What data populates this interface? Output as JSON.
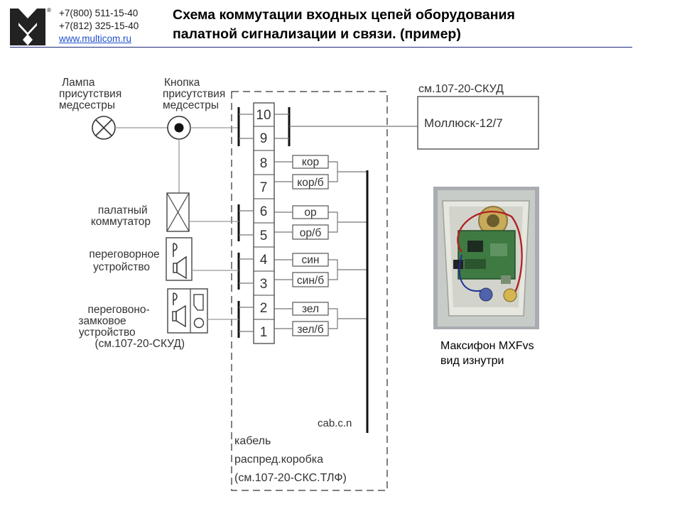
{
  "header": {
    "phone1": "+7(800) 511-15-40",
    "phone2": "+7(812) 325-15-40",
    "website": "www.multicom.ru",
    "registered_mark": "®",
    "title_line1": "Схема коммутации входных цепей оборудования",
    "title_line2": "палатной сигнализации и связи. (пример)"
  },
  "diagram": {
    "lamp_label": [
      "Лампа",
      "присутствия",
      "медсестры"
    ],
    "button_label": [
      "Кнопка",
      "присутствия",
      "медсестры"
    ],
    "skud_ref": "см.107-20-СКУД",
    "mollusk": "Моллюск-12/7",
    "terminals": [
      "10",
      "9",
      "8",
      "7",
      "6",
      "5",
      "4",
      "3",
      "2",
      "1"
    ],
    "wire_tags": [
      "кор",
      "кор/б",
      "ор",
      "ор/б",
      "син",
      "син/б",
      "зел",
      "зел/б"
    ],
    "ward_switch_label": [
      "палатный",
      "коммутатор"
    ],
    "intercom_label": [
      "переговорное",
      "устройство"
    ],
    "lock_intercom_label": [
      "переговоно-",
      "замковое",
      "устройство",
      "(см.107-20-СКУД)"
    ],
    "cable_code": "cab.c.n",
    "box_label": [
      "кабель",
      "распред.коробка",
      "(см.107-20-СКС.ТЛФ)"
    ]
  },
  "photo_caption": [
    "Максифон MXFvs",
    "вид изнутри"
  ],
  "icons": {
    "logo": "multicom-logo-icon",
    "lamp": "lamp-icon",
    "button": "push-button-icon",
    "ward_switch": "ward-switch-icon",
    "intercom": "intercom-icon",
    "lock_intercom": "lock-intercom-icon"
  }
}
